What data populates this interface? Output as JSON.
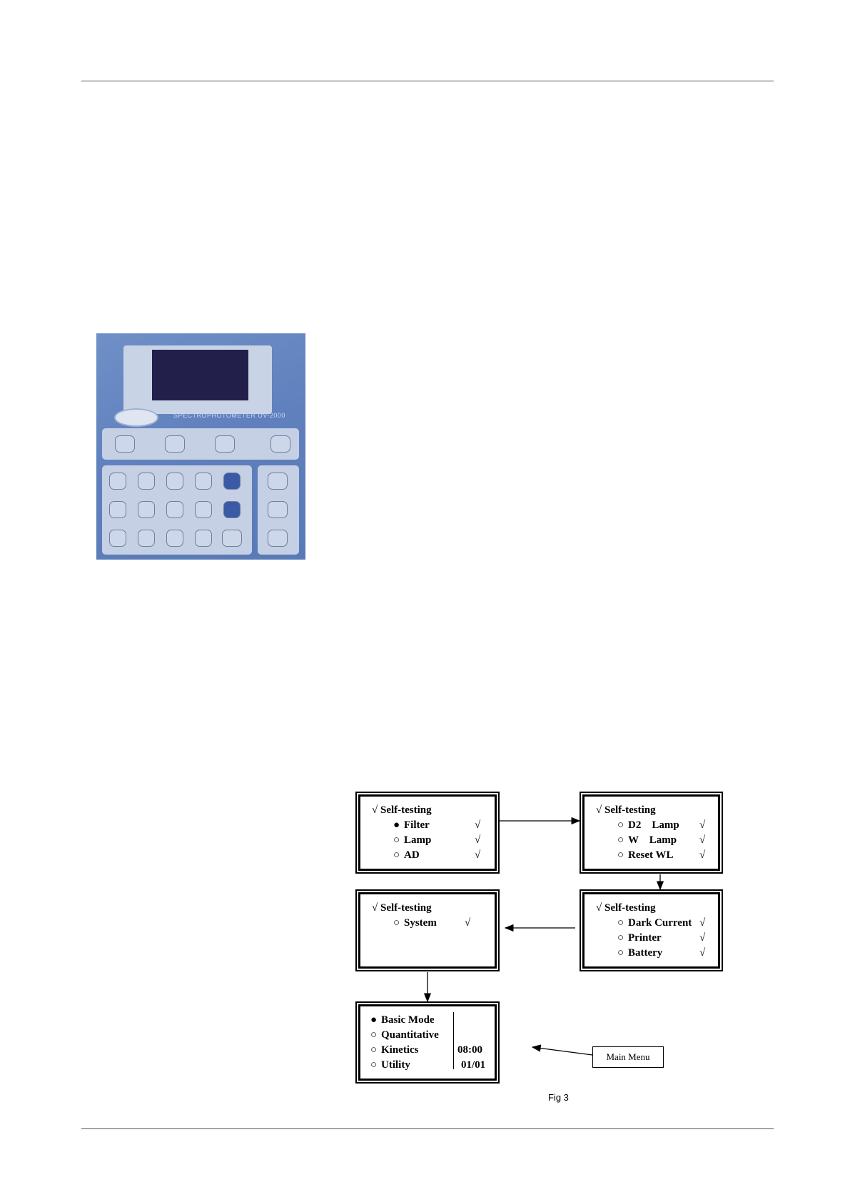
{
  "keypad": {
    "model_label": "SPECTROPHOTOMETER  UV-2000"
  },
  "screens": {
    "s1": {
      "title": "Self-testing",
      "rows": [
        {
          "symbol": "●",
          "label": "Filter",
          "check": "√"
        },
        {
          "symbol": "○",
          "label": "Lamp",
          "check": "√"
        },
        {
          "symbol": "○",
          "label": "AD",
          "check": "√"
        }
      ]
    },
    "s2": {
      "title": "Self-testing",
      "rows": [
        {
          "symbol": "○",
          "label": "D2    Lamp",
          "check": "√"
        },
        {
          "symbol": "○",
          "label": "W    Lamp",
          "check": "√"
        },
        {
          "symbol": "○",
          "label": "Reset WL",
          "check": "√"
        }
      ]
    },
    "s3": {
      "title": "Self-testing",
      "rows": [
        {
          "symbol": "○",
          "label": "Dark Current",
          "check": "√"
        },
        {
          "symbol": "○",
          "label": "Printer",
          "check": "√"
        },
        {
          "symbol": "○",
          "label": "Battery",
          "check": "√"
        }
      ]
    },
    "s4": {
      "title": "Self-testing",
      "rows": [
        {
          "symbol": "○",
          "label": "System",
          "check": "√"
        }
      ]
    },
    "main_menu": {
      "rows": [
        {
          "symbol": "●",
          "label": "Basic Mode"
        },
        {
          "symbol": "○",
          "label": "Quantitative"
        },
        {
          "symbol": "○",
          "label": "Kinetics"
        },
        {
          "symbol": "○",
          "label": "Utility"
        }
      ],
      "time": "08:00",
      "date": "01/01"
    }
  },
  "title_check": "√",
  "callout": "Main Menu",
  "caption": "Fig 3"
}
